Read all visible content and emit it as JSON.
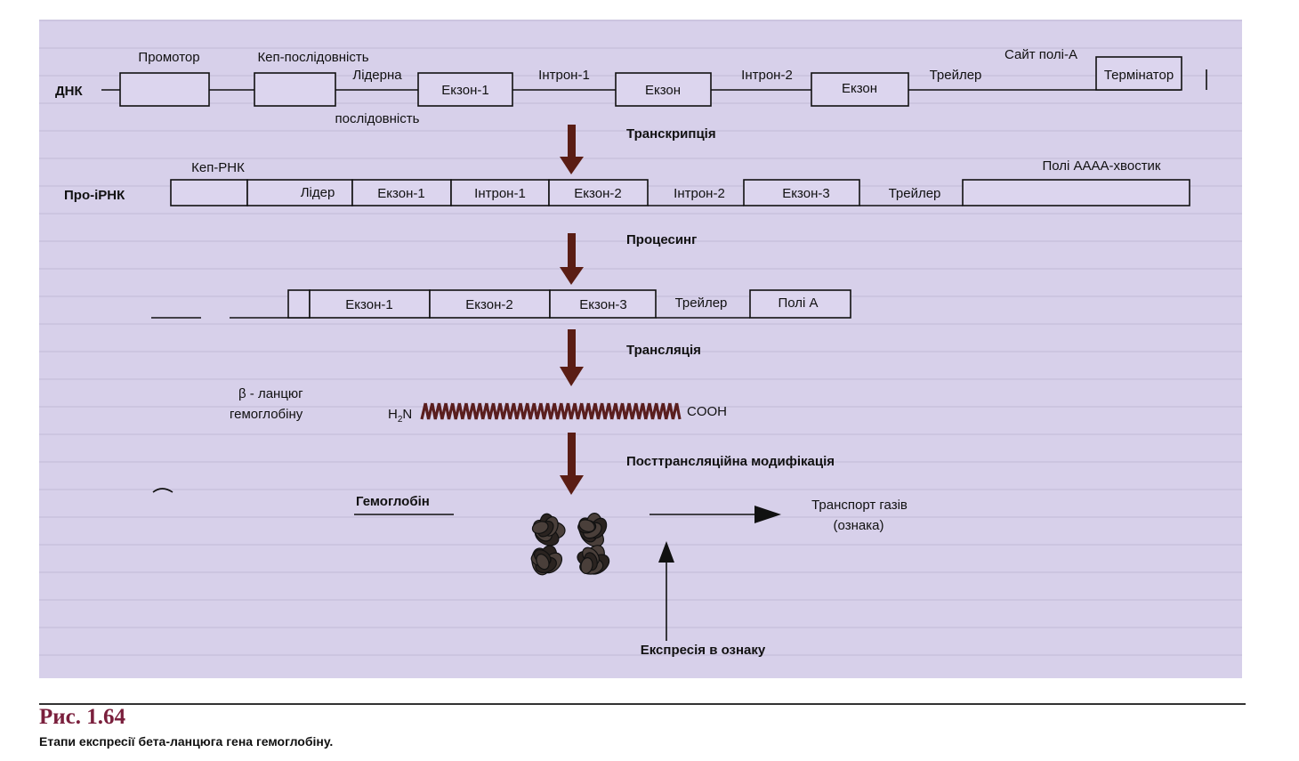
{
  "caption": {
    "number": "Рис. 1.64",
    "text": "Етапи експресії бета-ланцюга гена гемоглобіну."
  },
  "dna": {
    "row_label": "ДНК",
    "promoter": "Промотор",
    "cap_sequence": "Кеп-послідовність",
    "leader": "Лідерна",
    "leader_2": "послідовність",
    "exon1": "Екзон-1",
    "intron1": "Інтрон-1",
    "exon": "Екзон",
    "intron2": "Інтрон-2",
    "exon_b": "Екзон",
    "trailer": "Трейлер",
    "polya_site": "Сайт полі-А",
    "terminator": "Термінатор"
  },
  "pre_rna": {
    "row_label": "Про-іРНК",
    "cap_rna": "Кеп-РНК",
    "leader": "Лідер",
    "exon1": "Екзон-1",
    "intron1": "Інтрон-1",
    "exon2": "Екзон-2",
    "intron2": "Інтрон-2",
    "exon3": "Екзон-3",
    "trailer": "Трейлер",
    "polya_tail": "Полі АААА-хвостик"
  },
  "mrna": {
    "exon1": "Екзон-1",
    "exon2": "Екзон-2",
    "exon3": "Екзон-3",
    "trailer": "Трейлер",
    "polya": "Полі А"
  },
  "steps": {
    "transcription": "Транскрипція",
    "processing": "Процесинг",
    "translation": "Трансляція",
    "posttranslational": "Посттрансляційна модифікація",
    "expression": "Експресія в ознаку"
  },
  "protein": {
    "chain_label": "β - ланцюг",
    "chain_label_2": "гемоглобіну",
    "n_term": "H",
    "n_sub": "2",
    "n_tail": "N",
    "c_term": "COOH",
    "hemoglobin": "Гемоглобін",
    "trait": "Транспорт газів",
    "trait_2": "(ознака)"
  },
  "colors": {
    "panel": "#d7d0ea",
    "ink": "#111111",
    "arrow": "#5a1d14",
    "chain": "#5a1e1e",
    "caption_number": "#7a1f3c"
  }
}
